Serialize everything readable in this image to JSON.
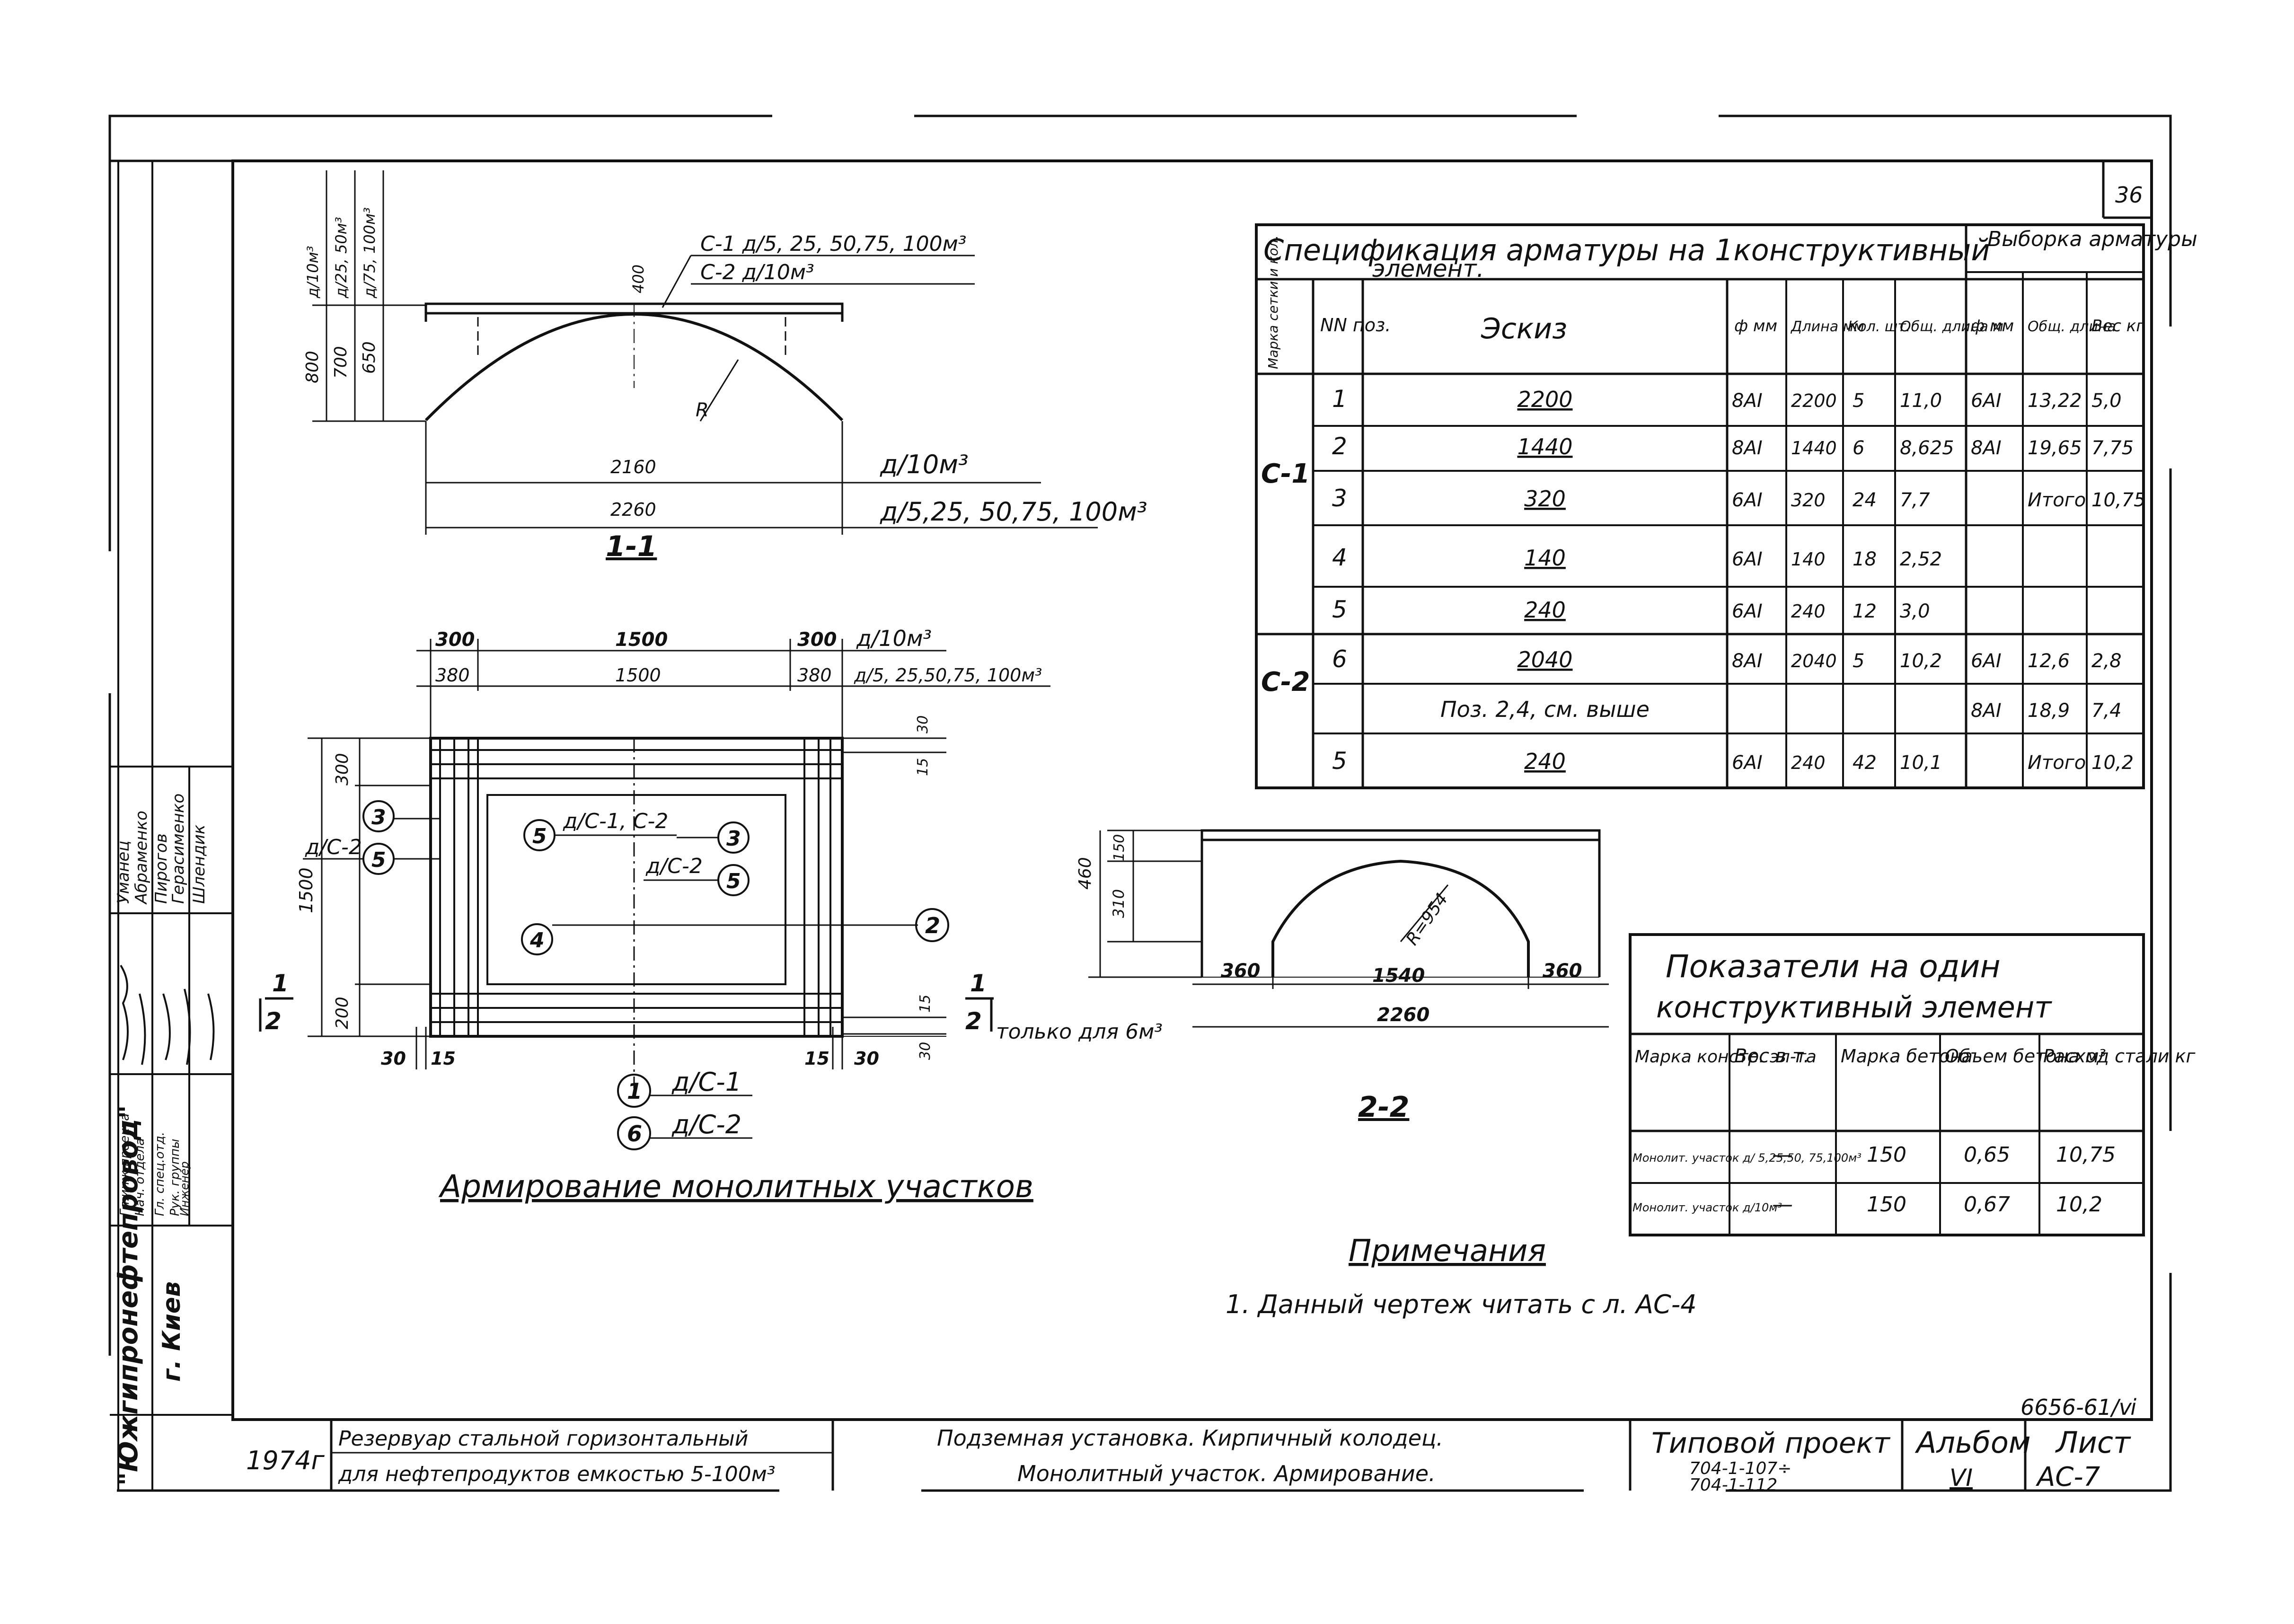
{
  "sheet": {
    "page_number": "36",
    "code": "6656-61/ⅵ",
    "year": "1974г",
    "org_name": "\"Южгипронефтепровод\"",
    "city": "г. Киев",
    "roles": [
      "Гл.инж.проекта",
      "Нач. отдела",
      "Гл. спец.отд.",
      "Рук. группы",
      "Инженер"
    ],
    "people": [
      "Уманец",
      "Абраменко",
      "Пирогов",
      "Герасименко",
      "Шлендик"
    ]
  },
  "section_1_1": {
    "title": "1-1",
    "labels": {
      "c1": "С-1 д/5, 25, 50,75, 100м³",
      "c2": "С-2 д/10м³",
      "h_top": "400",
      "dim_800": "800",
      "dim_700": "700",
      "dim_650": "650",
      "v1": "д/10м³",
      "v2": "д/25, 50м³",
      "v3": "д/75, 100м³",
      "r": "R",
      "w_2160": "2160",
      "w_2260": "2260",
      "note_a": "д/10м³",
      "note_b": "д/5,25, 50,75, 100м³"
    }
  },
  "plan": {
    "title": "Армирование монолитных участков",
    "labels": {
      "d300a": "300",
      "d1500a": "1500",
      "d300b": "300",
      "d10": "д/10м³",
      "d380a": "380",
      "d1500b": "1500",
      "d380b": "380",
      "dvol": "д/5, 25,50,75, 100м³",
      "d30r": "30",
      "d15r": "15",
      "h300": "300",
      "h1500": "1500",
      "h200": "200",
      "d30a": "30",
      "d15a": "15",
      "d15b": "15",
      "d30b": "30",
      "d15c": "15",
      "d30c": "30",
      "dc2": "д/С-2",
      "dc1c2": "д/С-1, С-2",
      "dc2b": "д/С-2",
      "c3": "3",
      "c5": "5",
      "c5b": "5",
      "c3b": "3",
      "c5c": "5",
      "c4": "4",
      "c2": "2",
      "c1": "1",
      "c6": "6",
      "dc1": "д/С-1",
      "dc2c": "д/С-2",
      "cut_a": "1",
      "cut_b": "2",
      "cut_c": "1",
      "cut_d": "2",
      "only6": "только для 6м³"
    }
  },
  "section_2_2": {
    "title": "2-2",
    "labels": {
      "h460": "460",
      "h310": "310",
      "h150": "150",
      "r954": "R=954",
      "w360a": "360",
      "w1540": "1540",
      "w360b": "360",
      "w2260": "2260"
    }
  },
  "spec_table": {
    "title": "Спецификация арматуры на 1конструктивный элемент.",
    "title_line1": "Спецификация арматуры на 1конструктивный",
    "title_line2": "элемент.",
    "sample_title": "Выборка арматуры",
    "headers": [
      "Марка сетки и кол.",
      "NN поз.",
      "Эскиз",
      "ф мм",
      "Длина мм",
      "Кол. шт.",
      "Общ. длина м",
      "ф мм",
      "Общ. длина",
      "Вес кг"
    ],
    "groups": [
      "С-1",
      "С-2"
    ],
    "rows": [
      {
        "pos": "1",
        "sketch": "2200",
        "d": "8AI",
        "len": "2200",
        "qty": "5",
        "total": "11,0",
        "d2": "6AI",
        "tot2": "13,22",
        "w": "5,0"
      },
      {
        "pos": "2",
        "sketch": "1440",
        "d": "8AI",
        "len": "1440",
        "qty": "6",
        "total": "8,625",
        "d2": "8AI",
        "tot2": "19,65",
        "w": "7,75"
      },
      {
        "pos": "3",
        "sketch": "320",
        "d": "6AI",
        "len": "320",
        "qty": "24",
        "total": "7,7",
        "d2": "",
        "tot2": "Итого",
        "w": "10,75"
      },
      {
        "pos": "4",
        "sketch": "140",
        "d": "6AI",
        "len": "140",
        "qty": "18",
        "total": "2,52",
        "d2": "",
        "tot2": "",
        "w": ""
      },
      {
        "pos": "5",
        "sketch": "240",
        "d": "6AI",
        "len": "240",
        "qty": "12",
        "total": "3,0",
        "d2": "",
        "tot2": "",
        "w": ""
      },
      {
        "pos": "6",
        "sketch": "2040",
        "d": "8AI",
        "len": "2040",
        "qty": "5",
        "total": "10,2",
        "d2": "6AI",
        "tot2": "12,6",
        "w": "2,8"
      },
      {
        "pos": "",
        "sketch": "Поз. 2,4, см. выше",
        "d": "",
        "len": "",
        "qty": "",
        "total": "",
        "d2": "8AI",
        "tot2": "18,9",
        "w": "7,4"
      },
      {
        "pos": "5",
        "sketch": "240",
        "d": "6AI",
        "len": "240",
        "qty": "42",
        "total": "10,1",
        "d2": "",
        "tot2": "Итого",
        "w": "10,2"
      }
    ]
  },
  "indicators": {
    "title_line1": "Показатели на один",
    "title_line2": "конструктивный элемент",
    "headers": [
      "Марка констр. эл-та",
      "Вес в т.",
      "Марка бетона",
      "Объем бетона м³",
      "Расход стали кг"
    ],
    "rows": [
      {
        "mark": "Монолит. участок д/ 5,25,50, 75,100м³",
        "weight": "—",
        "grade": "150",
        "volume": "0,65",
        "steel": "10,75"
      },
      {
        "mark": "Монолит. участок д/10м³",
        "weight": "—",
        "grade": "150",
        "volume": "0,67",
        "steel": "10,2"
      }
    ]
  },
  "notes": {
    "title": "Примечания",
    "item": "1. Данный чертеж читать с л. АС-4"
  },
  "title_block": {
    "object_line1": "Резервуар стальной горизонтальный",
    "object_line2": "для нефтепродуктов емкостью 5-100м³",
    "drawing_line1": "Подземная установка. Кирпичный колодец.",
    "drawing_line2": "Монолитный участок. Армирование.",
    "project_label": "Типовой проект",
    "project_no1": "704-1-107÷",
    "project_no2": "704-1-112",
    "album_label": "Альбом",
    "album_no": "VI",
    "sheet_label": "Лист",
    "sheet_no": "АС-7"
  }
}
